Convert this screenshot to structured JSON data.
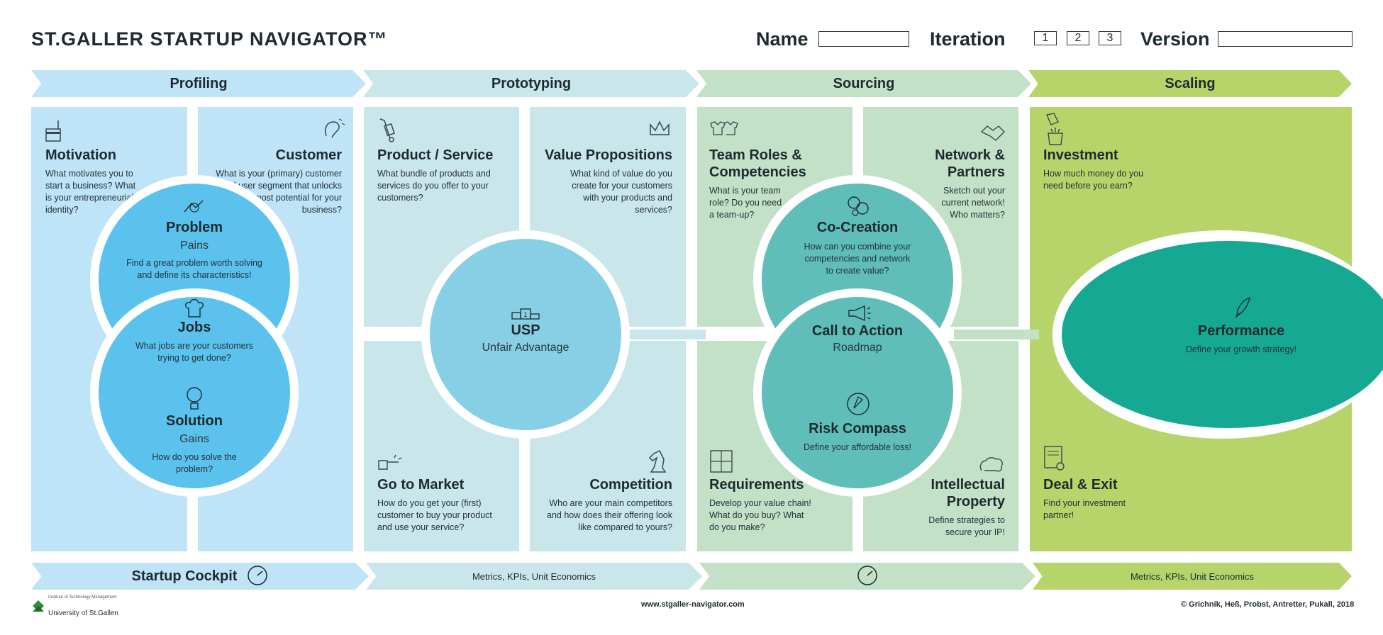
{
  "header": {
    "title": "ST.GALLER STARTUP NAVIGATOR™",
    "name_label": "Name",
    "iteration_label": "Iteration",
    "iterations": [
      "1",
      "2",
      "3"
    ],
    "version_label": "Version"
  },
  "phases": [
    "Profiling",
    "Prototyping",
    "Sourcing",
    "Scaling"
  ],
  "cells": {
    "motivation": {
      "title": "Motivation",
      "text": "What motivates you to start a business? What is your entrepreneurial identity?"
    },
    "customer": {
      "title": "Customer",
      "text": "What is your (primary) customer and user segment that unlocks the most potential for your business?"
    },
    "product": {
      "title": "Product / Service",
      "text": "What bundle of products and services do you offer to your customers?"
    },
    "value": {
      "title": "Value Propositions",
      "text": "What kind of value do you create for your customers with your products and services?"
    },
    "team_l1": {
      "title": "Team Roles &"
    },
    "team_l2": {
      "title": "Competencies",
      "text": "What is your team role? Do you need a team-up?"
    },
    "network_l1": {
      "title": "Network &"
    },
    "network_l2": {
      "title": "Partners",
      "text": "Sketch out your current network! Who matters?"
    },
    "investment": {
      "title": "Investment",
      "text": "How much money do you need before you earn?"
    },
    "gtm": {
      "title": "Go to Market",
      "text": "How do you get your (first) customer to buy your product and use your service?"
    },
    "competition": {
      "title": "Competition",
      "text": "Who are your main competitors and how does their offering look like compared to yours?"
    },
    "requirements": {
      "title": "Requirements",
      "text": "Develop your value chain! What do you buy? What do you make?"
    },
    "ip_l1": {
      "title": "Intellectual"
    },
    "ip_l2": {
      "title": "Property",
      "text": "Define strategies to secure your IP!"
    },
    "deal": {
      "title": "Deal & Exit",
      "text": "Find your investment partner!"
    }
  },
  "circles": {
    "problem": {
      "title": "Problem",
      "sub": "Pains",
      "text": "Find a great problem worth solving and define its characteristics!"
    },
    "jobs": {
      "title": "Jobs",
      "text": "What jobs are your customers trying to get done?"
    },
    "solution": {
      "title": "Solution",
      "sub": "Gains",
      "text": "How do you solve the problem?"
    },
    "usp": {
      "title": "USP",
      "sub": "Unfair Advantage"
    },
    "cocreation": {
      "title": "Co-Creation",
      "text": "How can you combine your competencies and network to create value?"
    },
    "cta": {
      "title": "Call to Action",
      "sub": "Roadmap"
    },
    "risk": {
      "title": "Risk Compass",
      "text": "Define your affordable loss!"
    },
    "performance": {
      "title": "Performance",
      "text": "Define your growth strategy!"
    }
  },
  "bottom": {
    "cockpit": "Startup Cockpit",
    "metrics1": "Metrics, KPIs, Unit Economics",
    "metrics2": "Metrics, KPIs, Unit Economics"
  },
  "footer": {
    "institute": "Institute of Technology Management",
    "university": "University of St.Gallen",
    "url": "www.stgaller-navigator.com",
    "copyright": "© Grichnik, Heß, Probst, Antretter, Pukall, 2018"
  },
  "colors": {
    "profiling": "#bfe3f7",
    "prototyping": "#c9e6ea",
    "sourcing": "#c2e1c7",
    "scaling": "#b7d46a",
    "circle_blue": "#5bc2ee",
    "circle_usp": "#86cfe4",
    "circle_teal": "#5fbeba",
    "performance": "#15a994"
  }
}
